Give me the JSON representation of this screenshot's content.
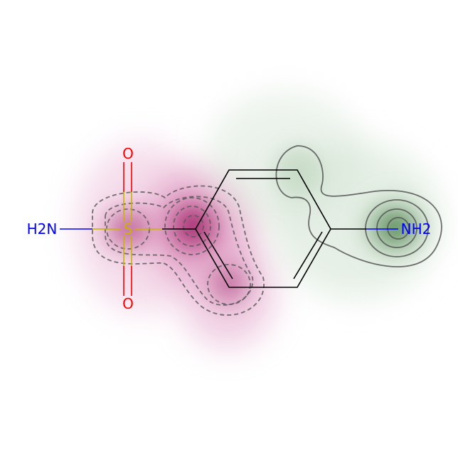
{
  "molecule": {
    "atoms": {
      "amine_left": "H2N",
      "sulfur": "S",
      "oxygen_top": "O",
      "oxygen_bottom": "O",
      "amine_right": "NH2"
    },
    "colors": {
      "nitrogen": "#0000ff",
      "oxygen": "#ff0000",
      "sulfur": "#c8b400",
      "carbon_bond": "#000000",
      "positive_weight": "#2e6b2e",
      "negative_weight": "#a0005a",
      "contour": "#555555"
    }
  }
}
